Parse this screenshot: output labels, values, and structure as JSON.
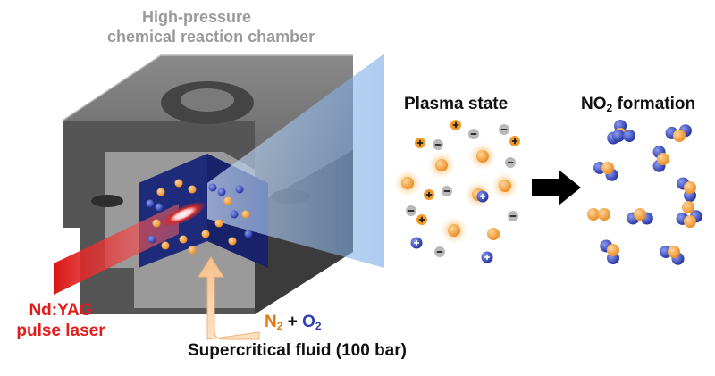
{
  "chamber": {
    "title_line1": "High-pressure",
    "title_line2": "chemical reaction chamber"
  },
  "plasma": {
    "heading": "Plasma state"
  },
  "formation": {
    "heading_prefix": "NO",
    "heading_sub": "2",
    "heading_suffix": " formation"
  },
  "laser": {
    "line1": "Nd:YAG",
    "line2": "pulse laser"
  },
  "gas": {
    "n": "N",
    "n_sub": "2",
    "plus": " + ",
    "o": "O",
    "o_sub": "2"
  },
  "fluid": {
    "label": "Supercritical fluid (100 bar)"
  },
  "colors": {
    "nitrogen": "#f2a23a",
    "oxygen": "#3a4dc0",
    "laser": "#e31b1b",
    "chamber_wall": "#4a4a4a",
    "window": "#1e2a7a",
    "beam": "#9fc4ee"
  },
  "icons": {
    "cation": "plus-circle-icon",
    "electron": "minus-circle-icon",
    "arrow": "right-arrow-icon"
  }
}
